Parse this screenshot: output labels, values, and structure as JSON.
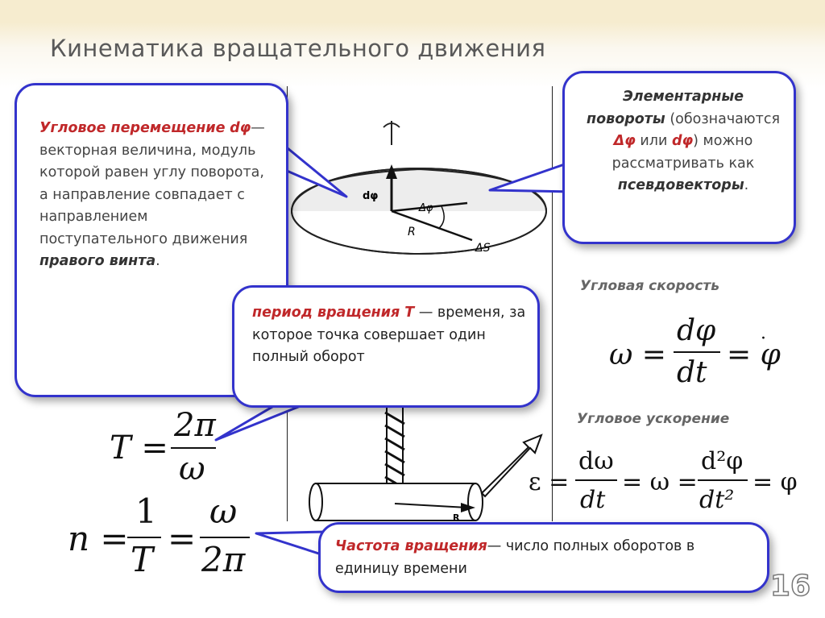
{
  "slide": {
    "title": "Кинематика вращательного движения",
    "page_number": "16",
    "accent_color": "#3333cc",
    "highlight_color": "#c0282a"
  },
  "callout_angular_displacement": {
    "term": "Угловое перемещение",
    "symbol": "dφ",
    "text": "— векторная величина, модуль которой равен углу поворота, а направление совпадает с направлением поступательного движения",
    "term2": "правого винта",
    "end": "."
  },
  "callout_elementary": {
    "term": "Элементарные повороты",
    "text1": "(обозначаются",
    "symbol1": "Δφ",
    "text2": "или",
    "symbol2": "dφ",
    "text3": ") можно рассматривать как",
    "term2": "псевдовекторы",
    "end": "."
  },
  "callout_period": {
    "term": "период вращения T",
    "text": "— временя, за которое точка совершает один полный оборот"
  },
  "callout_frequency": {
    "term": "Частота вращения",
    "text": "— число полных оборотов в единицу времени"
  },
  "labels": {
    "angular_velocity": "Угловая скорость",
    "angular_acceleration": "Угловое ускорение"
  },
  "figure_labels": {
    "d_phi_vec": "dφ",
    "delta_phi": "Δφ",
    "R": "R",
    "delta_S": "ΔS",
    "R_small": "R"
  },
  "formulas": {
    "period": {
      "lhs": "T =",
      "num": "2π",
      "den": "ω"
    },
    "frequency": {
      "lhs": "n =",
      "num1": "1",
      "den1": "T",
      "eq": "=",
      "num2": "ω",
      "den2": "2π"
    },
    "omega": {
      "lhs": "ω =",
      "num": "dφ",
      "den": "dt",
      "rhs": "= φ"
    },
    "epsilon": {
      "lhs": "ε =",
      "num1": "dω",
      "den1": "dt",
      "mid": "= ω =",
      "num2": "d²φ",
      "den2": "dt²",
      "rhs": "= φ"
    }
  }
}
